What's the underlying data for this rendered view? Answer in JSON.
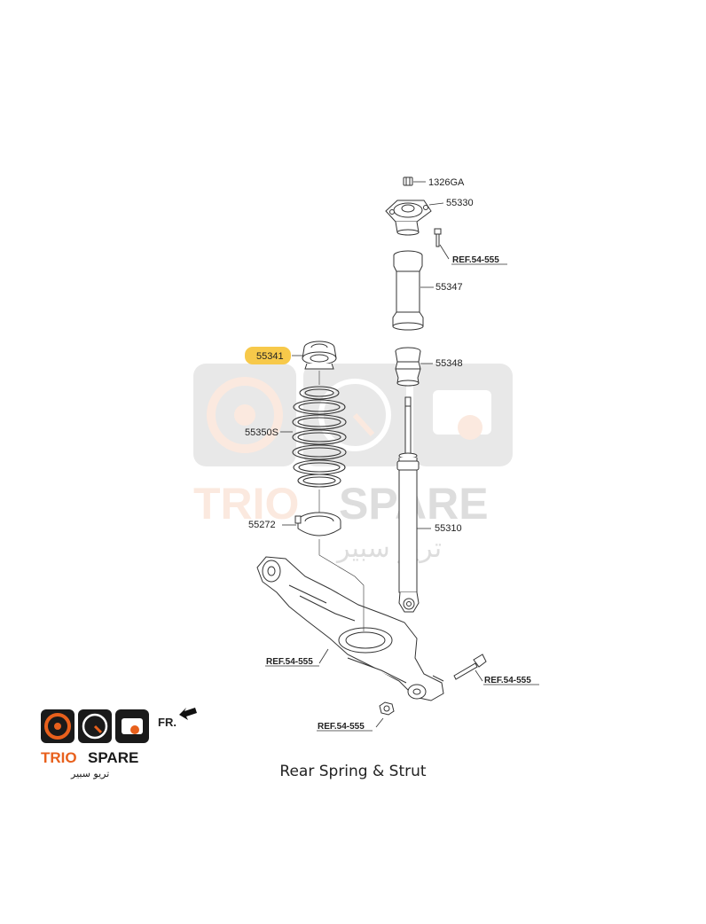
{
  "caption": "Rear Spring & Strut",
  "highlight_color": "#f7c94a",
  "brand": {
    "name_trio": "TRIO",
    "name_spare": "SPARE",
    "arabic": "تريو سبير",
    "trio_color": "#e8601c",
    "spare_color": "#1a1a1a"
  },
  "direction_label": "FR.",
  "parts": {
    "p1326ga": "1326GA",
    "p55330": "55330",
    "p55347": "55347",
    "p55348": "55348",
    "p55341": "55341",
    "p55350s": "55350S",
    "p55272": "55272",
    "p55310": "55310"
  },
  "refs": {
    "ref_top": "REF.54-555",
    "ref_arm_left": "REF.54-555",
    "ref_bolt": "REF.54-555",
    "ref_nut": "REF.54-555"
  }
}
